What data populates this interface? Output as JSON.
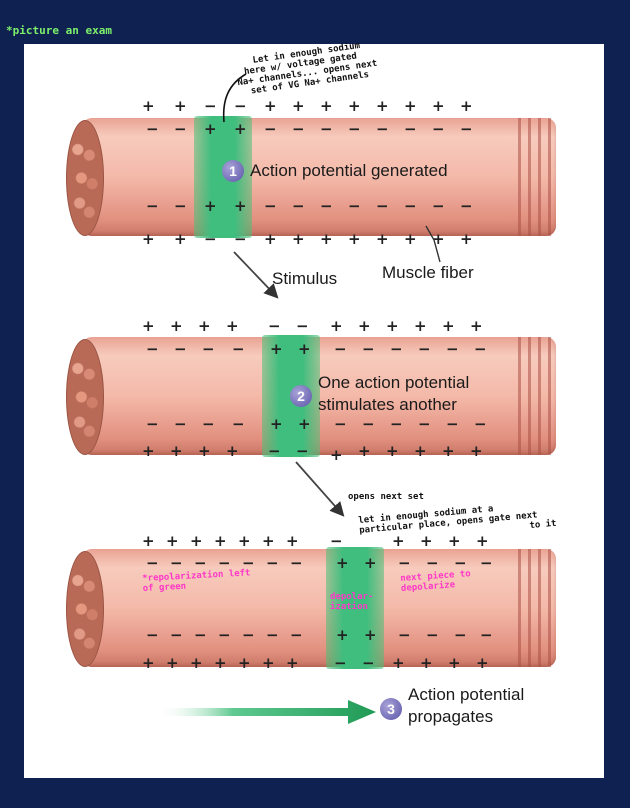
{
  "header_note": "*picture an exam",
  "diagram": {
    "step1": {
      "number": "1",
      "label": "Action potential generated"
    },
    "step2": {
      "number": "2",
      "label_line1": "One action potential",
      "label_line2": "stimulates another"
    },
    "step3": {
      "number": "3",
      "label_line1": "Action potential",
      "label_line2": "propagates"
    },
    "stimulus_label": "Stimulus",
    "muscle_fiber_label": "Muscle fiber"
  },
  "annotations": {
    "note_top_lines": [
      "Let in enough sodium",
      "here w/ voltage gated",
      "Na+ channels... opens next",
      "set of VG Na+ channels"
    ],
    "note_opens_next_set": "opens next set",
    "note_right_lines": [
      "let in enough sodium at a",
      "particular place, opens gate next",
      "to it"
    ],
    "note_repolarization_lines": [
      "*repolarization left",
      "of green"
    ],
    "note_depolarization_lines": [
      "depolar-",
      "ization"
    ],
    "note_next_piece_lines": [
      "next piece to",
      "depolarize"
    ]
  },
  "colors": {
    "background": "#0f2150",
    "green_band": "#3fbe7e",
    "header_note": "#7cf06b",
    "pink_note": "#ff38c8",
    "step_circle": "#5a54a8"
  }
}
